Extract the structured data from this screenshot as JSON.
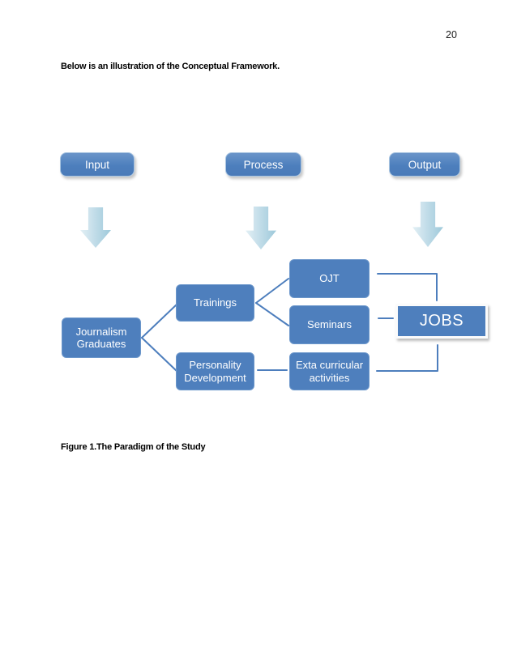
{
  "page": {
    "number": "20",
    "intro_text": "Below is an illustration of the Conceptual Framework.",
    "caption": "Figure 1.The Paradigm of the Study"
  },
  "top_row": [
    {
      "label": "Input"
    },
    {
      "label": "Process"
    },
    {
      "label": "Output"
    }
  ],
  "diagram": {
    "nodes": {
      "journalism": {
        "label": "Journalism Graduates"
      },
      "trainings": {
        "label": "Trainings"
      },
      "ojt": {
        "label": "OJT"
      },
      "seminars": {
        "label": "Seminars"
      },
      "personality": {
        "label": "Personality Development"
      },
      "extracurricular": {
        "label": "Exta curricular activities"
      },
      "jobs": {
        "label": "JOBS"
      }
    }
  },
  "colors": {
    "node_blue": "#4e7fbd",
    "connector_blue": "#4d7ebd",
    "arrow_light": "#e3f0f5",
    "arrow_dark": "#9dc9da",
    "text_on_blue": "#ffffff",
    "page_background": "#ffffff"
  }
}
